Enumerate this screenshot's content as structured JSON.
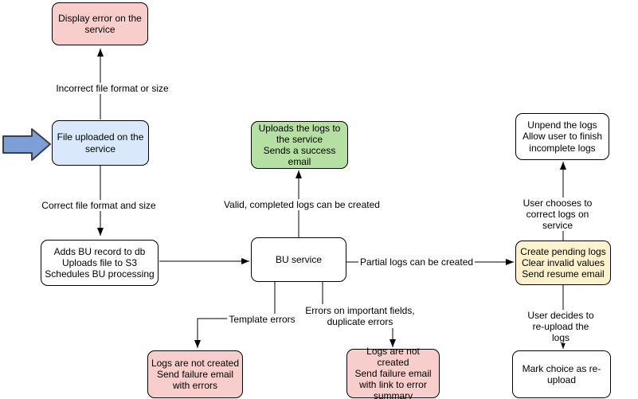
{
  "diagram": {
    "description": "Bulk upload (BU) file processing flowchart",
    "colors": {
      "error_fill": "#f8cecc",
      "start_fill": "#dae8fc",
      "success_fill": "#b6e0a2",
      "warning_fill": "#fff2cc",
      "plain_fill": "#ffffff",
      "stroke": "#000000",
      "entry_arrow_fill": "#7e9ed8",
      "entry_arrow_stroke": "#38404a"
    },
    "nodes": {
      "display_error": {
        "label": "Display error on the\nservice",
        "type": "error"
      },
      "file_uploaded": {
        "label": "File uploaded on the\nservice",
        "type": "start"
      },
      "adds_bu_record": {
        "label": "Adds BU record to db\nUploads file to S3\nSchedules BU processing",
        "type": "process"
      },
      "bu_service": {
        "label": "BU service",
        "type": "process"
      },
      "uploads_logs": {
        "label": "Uploads the logs to\nthe service\nSends a success\nemail",
        "type": "success"
      },
      "unpend_logs": {
        "label": "Unpend the logs\nAllow user to finish\nincomplete logs",
        "type": "process"
      },
      "create_pending": {
        "label": "Create pending logs\nClear invalid values\nSend resume email",
        "type": "warning"
      },
      "mark_reupload": {
        "label": "Mark choice as re-\nupload",
        "type": "process"
      },
      "logs_not_created_errors": {
        "label": "Logs are not created\nSend failure email\nwith errors",
        "type": "error"
      },
      "logs_not_created_summary": {
        "label": "Logs are not created\nSend failure email\nwith link to error\nsummary",
        "type": "error"
      }
    },
    "edge_labels": {
      "incorrect": "Incorrect file format or size",
      "correct": "Correct file format and size",
      "valid": "Valid, completed logs can be created",
      "partial": "Partial logs can be created",
      "template": "Template errors",
      "important": "Errors on important fields,\nduplicate errors",
      "user_chooses": "User chooses to correct logs on service",
      "user_decides": "User decides to re-upload the logs"
    }
  }
}
